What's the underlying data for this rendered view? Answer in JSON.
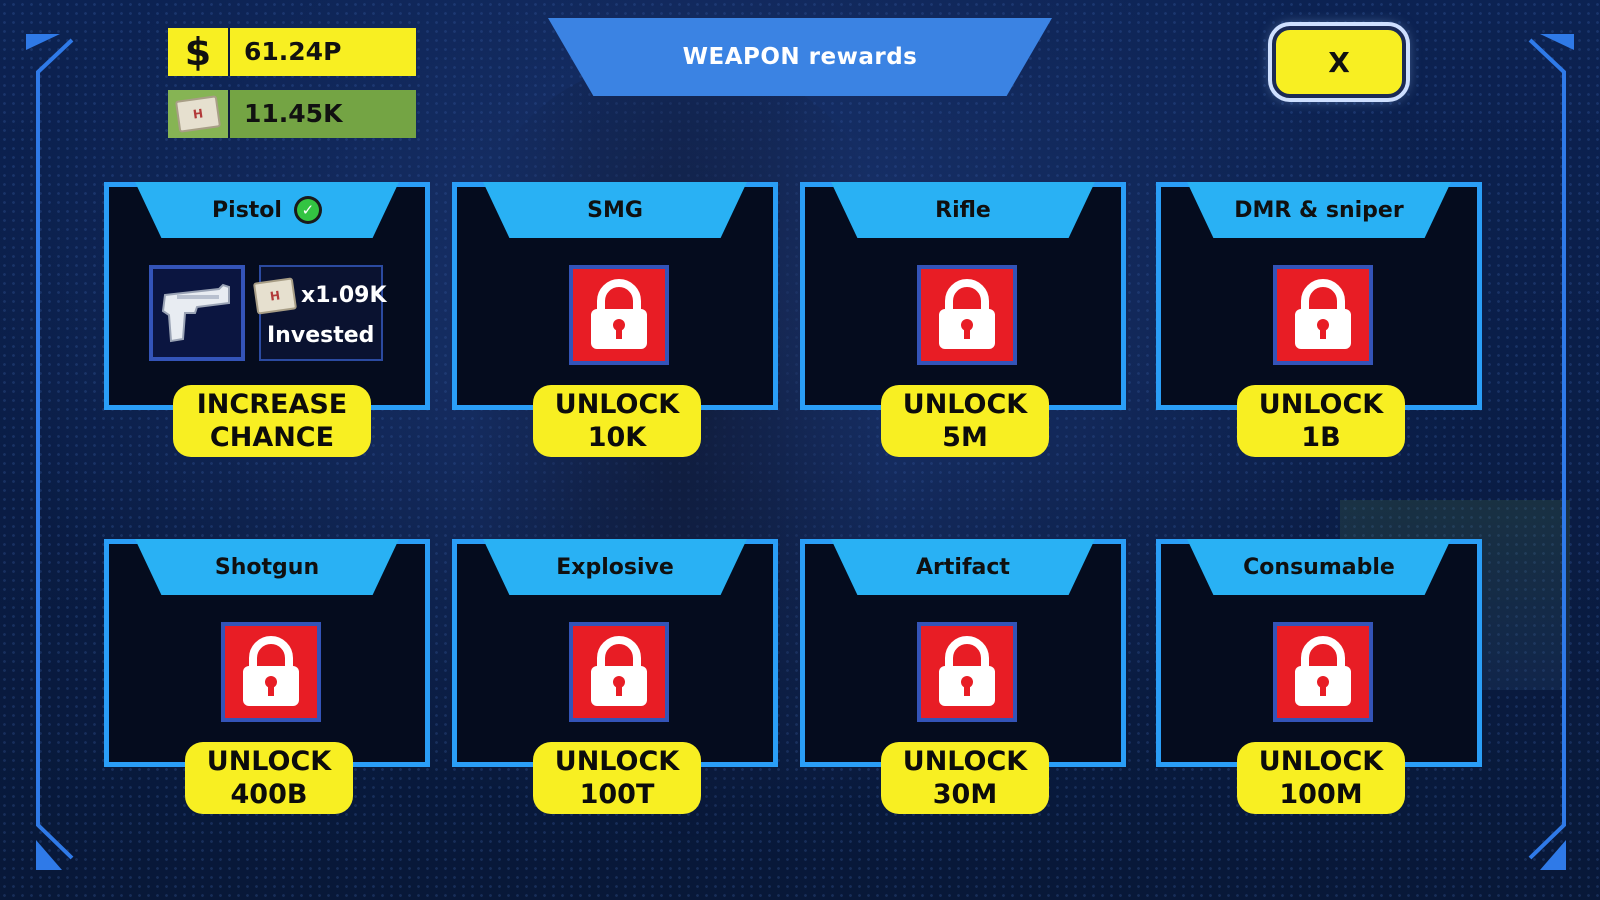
{
  "title": "WEAPON rewards",
  "close_label": "X",
  "currency": {
    "money": {
      "icon": "dollar-icon",
      "value": "61.24P"
    },
    "bucks": {
      "icon": "bucks-card-icon",
      "value": "11.45K",
      "card_text": "H"
    }
  },
  "colors": {
    "panel_border": "#2a9ef7",
    "tab": "#29b1f4",
    "button": "#f8ef22",
    "lock": "#e81d25"
  },
  "cards": [
    {
      "name": "Pistol",
      "unlocked": true,
      "multiplier": "x1.09K",
      "invested_label": "Invested",
      "action_line1": "INCREASE",
      "action_line2": "CHANCE"
    },
    {
      "name": "SMG",
      "unlocked": false,
      "action_line1": "UNLOCK",
      "action_line2": "10K"
    },
    {
      "name": "Rifle",
      "unlocked": false,
      "action_line1": "UNLOCK",
      "action_line2": "5M"
    },
    {
      "name": "DMR & sniper",
      "unlocked": false,
      "action_line1": "UNLOCK",
      "action_line2": "1B"
    },
    {
      "name": "Shotgun",
      "unlocked": false,
      "action_line1": "UNLOCK",
      "action_line2": "400B"
    },
    {
      "name": "Explosive",
      "unlocked": false,
      "action_line1": "UNLOCK",
      "action_line2": "100T"
    },
    {
      "name": "Artifact",
      "unlocked": false,
      "action_line1": "UNLOCK",
      "action_line2": "30M"
    },
    {
      "name": "Consumable",
      "unlocked": false,
      "action_line1": "UNLOCK",
      "action_line2": "100M"
    }
  ]
}
